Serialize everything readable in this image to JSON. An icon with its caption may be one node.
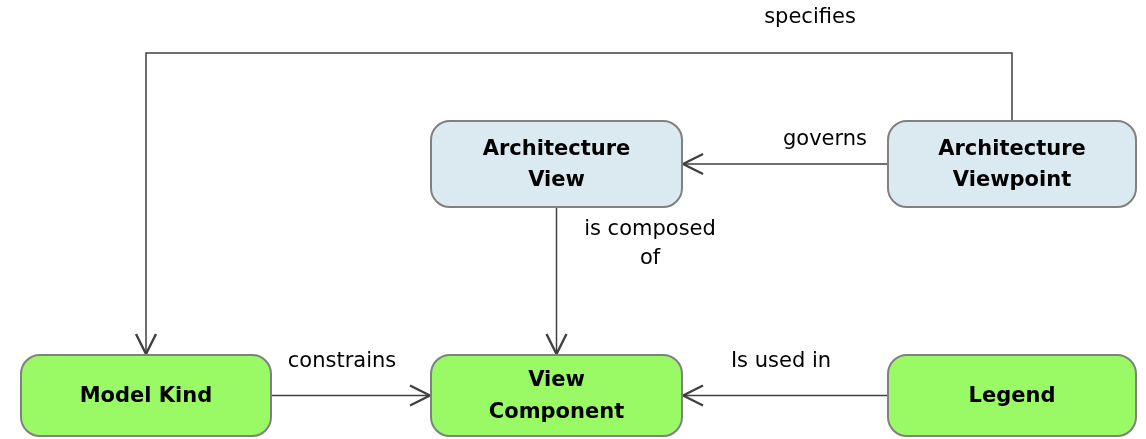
{
  "diagram": {
    "nodes": [
      {
        "text": [
          "Architecture View"
        ]
      },
      {
        "text": [
          "Architecture Viewpoint"
        ]
      },
      {
        "text": [
          "Model Kind"
        ]
      },
      {
        "text": [
          "View Component"
        ]
      },
      {
        "text": [
          "Legend"
        ]
      }
    ],
    "edges": [
      {
        "from": 1,
        "to": 0,
        "arrow": "to",
        "label": "governs"
      },
      {
        "from": 1,
        "to": 2,
        "arrow": "to",
        "label": "specifies"
      },
      {
        "from": 0,
        "to": 3,
        "arrow": "to",
        "label": "is composed of"
      },
      {
        "from": 2,
        "to": 3,
        "arrow": "to",
        "label": "constrains"
      },
      {
        "from": 4,
        "to": 3,
        "arrow": "to",
        "label": "Is used in"
      }
    ]
  }
}
